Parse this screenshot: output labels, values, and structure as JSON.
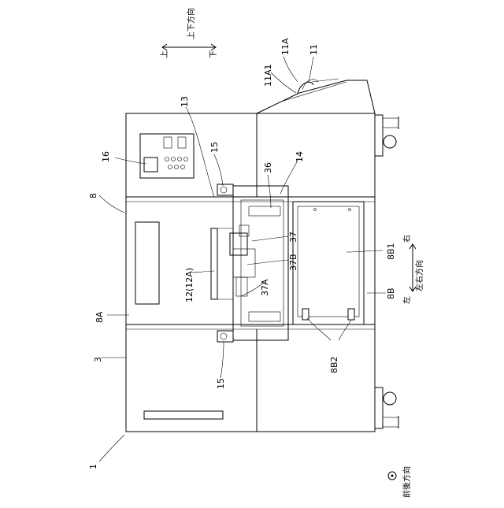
{
  "figure": {
    "labels": {
      "machine": "1",
      "casing": "3",
      "body": "8",
      "body_left": "8A",
      "body_right": "8B",
      "door_right": "8B1",
      "hinges": "8B2",
      "attachment": "11",
      "attachment_a": "11A",
      "attachment_a1": "11A1",
      "mold": "12(12A)",
      "part_13": "13",
      "part_14": "14",
      "guide_top": "15",
      "guide_bottom": "15",
      "panel": "16",
      "part_36": "36",
      "part_37": "37",
      "part_37a": "37A",
      "part_37b": "37B"
    },
    "directions": {
      "up_down": "上下方向",
      "up": "上",
      "down": "下",
      "left_right": "左右方向",
      "left": "左",
      "right": "右",
      "front_back": "前後方向"
    }
  }
}
